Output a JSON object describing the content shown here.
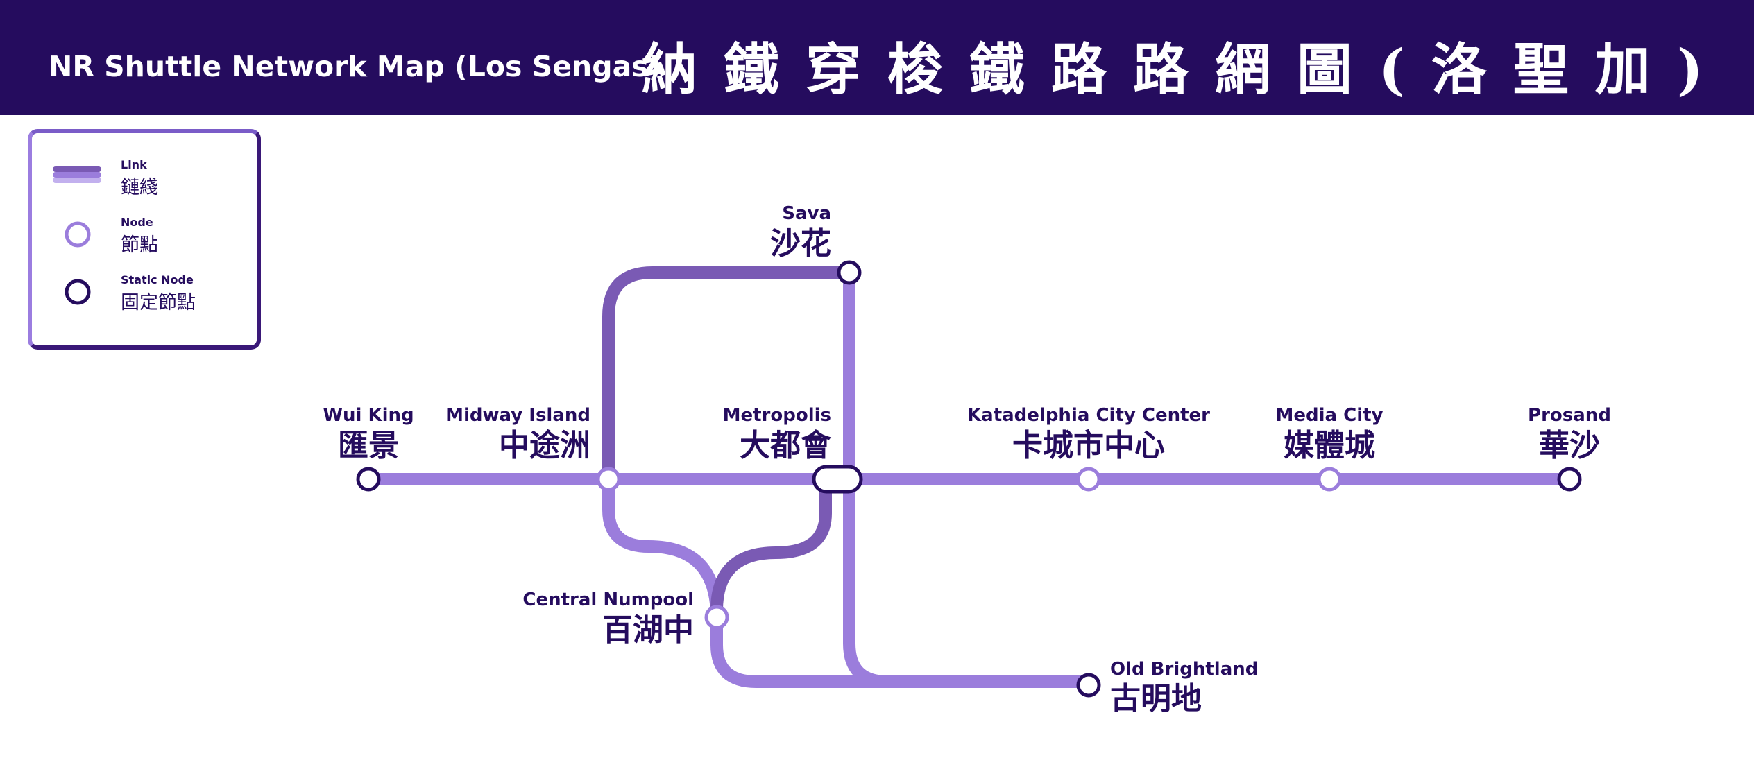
{
  "header": {
    "title_en": "NR Shuttle Network Map (Los Sengas)",
    "title_zh": "納鐵穿梭鐵路路網圖(洛聖加)"
  },
  "legend": {
    "link": {
      "en": "Link",
      "zh": "鏈綫"
    },
    "node": {
      "en": "Node",
      "zh": "節點"
    },
    "static_node": {
      "en": "Static Node",
      "zh": "固定節點"
    }
  },
  "colors": {
    "header_bg": "#250c5e",
    "text": "#250c5e",
    "line_light": "#9b7ddc",
    "line_dark": "#7a5ab4",
    "node_ring": "#9b7ddc",
    "static_ring": "#250c5e"
  },
  "stations": {
    "wui_king": {
      "en": "Wui King",
      "zh": "匯景",
      "type": "static"
    },
    "midway_island": {
      "en": "Midway Island",
      "zh": "中途洲",
      "type": "node"
    },
    "metropolis": {
      "en": "Metropolis",
      "zh": "大都會",
      "type": "static-interchange"
    },
    "katadelphia": {
      "en": "Katadelphia City Center",
      "zh": "卡城市中心",
      "type": "node"
    },
    "media_city": {
      "en": "Media City",
      "zh": "媒體城",
      "type": "node"
    },
    "prosand": {
      "en": "Prosand",
      "zh": "華沙",
      "type": "static"
    },
    "sava": {
      "en": "Sava",
      "zh": "沙花",
      "type": "static"
    },
    "central_numpool": {
      "en": "Central Numpool",
      "zh": "百湖中",
      "type": "node"
    },
    "old_brightland": {
      "en": "Old Brightland",
      "zh": "古明地",
      "type": "static"
    }
  }
}
